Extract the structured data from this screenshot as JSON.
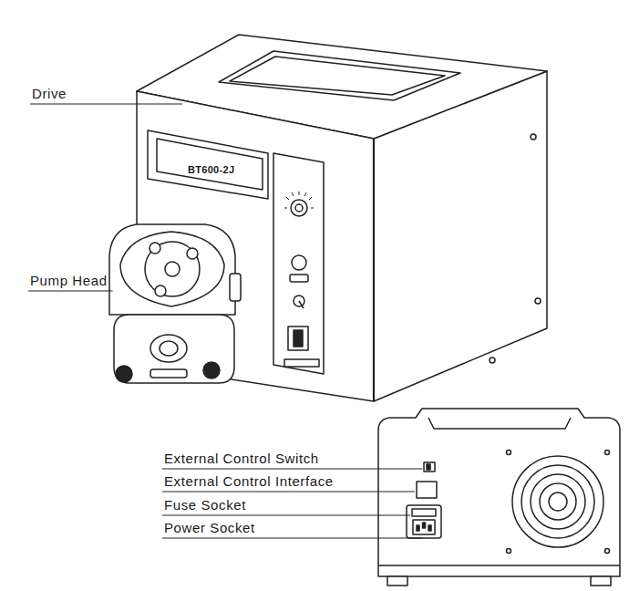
{
  "diagram": {
    "labels": [
      "Drive",
      "Pump Head",
      "External Control Switch",
      "External Control Interface",
      "Fuse Socket",
      "Power Socket",
      "BT600-2J"
    ]
  }
}
